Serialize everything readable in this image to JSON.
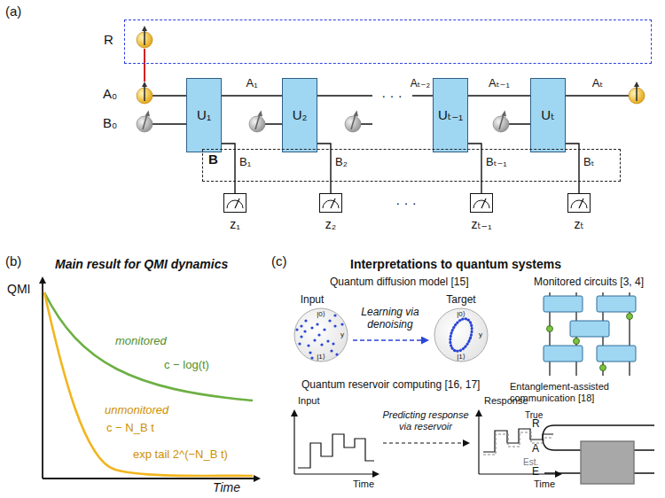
{
  "diagram": {
    "nodes": [
      {
        "text": [
          "R"
        ]
      },
      {
        "text": [
          "U₁"
        ]
      },
      {
        "text": [
          "U₂"
        ]
      },
      {
        "text": [
          "Uₜ₋₁"
        ]
      },
      {
        "text": [
          "Uₜ"
        ]
      },
      {
        "text": [
          "B"
        ]
      }
    ],
    "edges": [
      {
        "from": 1,
        "to": 2,
        "label": "A₁",
        "arrow": "none"
      },
      {
        "from": 3,
        "to": 4,
        "label": "Aₜ₋₁",
        "arrow": "none"
      }
    ],
    "labels": [
      "(a)",
      "A₀",
      "B₀",
      "Aₜ₋₂",
      "Aₜ",
      "B₁",
      "B₂",
      "Bₜ₋₁",
      "Bₜ",
      "· · ·",
      "z₁",
      "z₂",
      "· · ·",
      "zₜ₋₁",
      "zₜ",
      "(b)",
      "Main result for QMI dynamics",
      "QMI",
      "Time",
      "monitored",
      "c − log(t)",
      "unmonitored",
      "c − N_B t",
      "exp tail 2^(−N_B t)",
      "(c)",
      "Interpretations to quantum systems",
      "Quantum diffusion model [15]",
      "Input",
      "Learning via denoising",
      "Target",
      "|0⟩",
      "|1⟩",
      "y",
      "|0⟩",
      "|1⟩",
      "y",
      "Monitored circuits [3, 4]",
      "Quantum reservoir computing [16, 17]",
      "Input",
      "Predicting response via reservoir",
      "Response",
      "Time",
      "Time",
      "True",
      "Est.",
      "Entanglement-assisted communication [18]",
      "R",
      "A",
      "E"
    ]
  }
}
